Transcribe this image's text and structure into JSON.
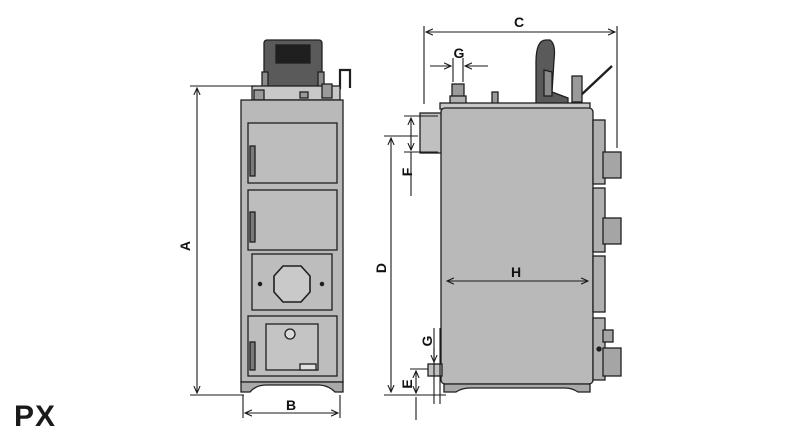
{
  "model_label": "PX",
  "dimensions": {
    "a": "A",
    "b": "B",
    "c": "C",
    "d": "D",
    "e": "E",
    "f": "F",
    "g_top": "G",
    "g_bottom": "G",
    "h": "H"
  },
  "colors": {
    "body_fill": "#b9b9b9",
    "outline": "#1f1f1f",
    "controller": "#5a5a5a",
    "line": "#1a1a1a"
  }
}
